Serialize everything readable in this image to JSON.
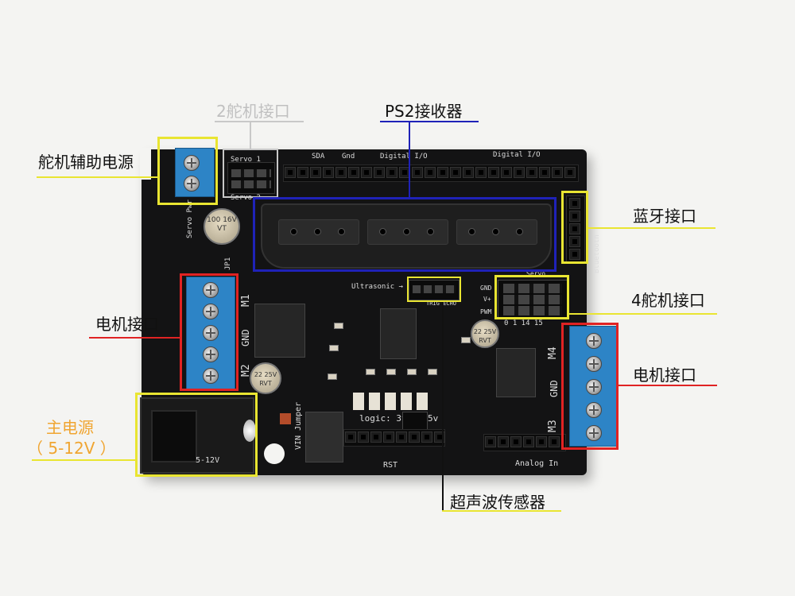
{
  "labels": {
    "servo_aux_power": "舵机辅助电源",
    "servo2_port": "2舵机接口",
    "ps2_receiver": "PS2接收器",
    "bluetooth_port": "蓝牙接口",
    "motor_port_left": "电机接口",
    "servo4_port": "4舵机接口",
    "motor_port_right": "电机接口",
    "main_power": "主电源",
    "main_power_range": "（ 5-12V ）",
    "ultrasonic_sensor": "超声波传感器"
  },
  "silkscreen": {
    "sda": "SDA",
    "gnd": "Gnd",
    "digital_io_1": "Digital I/O",
    "digital_io_2": "Digital I/O",
    "servo1": "Servo 1",
    "servo2": "Servo 2",
    "servo_pwr": "Servo Pwr",
    "jp1": "JP1",
    "m1": "M1",
    "m2": "M2",
    "gnd_left": "GND",
    "m3": "M3",
    "m4": "M4",
    "gnd_right": "GND",
    "bluetooth": "Bluetooth",
    "ultrasonic": "Ultrasonic →",
    "trig_echo": "TRIG ECHO",
    "servo_hdr": "Servo",
    "gnd_pin": "GND",
    "v_plus": "V+",
    "pwm": "PWM",
    "pwm_nums": "0  1  14  15",
    "logic": "logic: 3v",
    "five_v": "5v",
    "vin_jumper": "VIN Jumper",
    "rst": "RST",
    "analog_in": "Analog In",
    "five_12v": "5-12V",
    "cap_big": "100 16V VT",
    "cap_small_1": "22 25V RVT",
    "cap_small_2": "22 25V RVT"
  },
  "colors": {
    "yellow": "#e9e532",
    "red": "#e02323",
    "blue": "#1f22b8",
    "gray": "#c8c8c8",
    "orange": "#f0a531",
    "terminal_blue": "#2d84c6"
  }
}
